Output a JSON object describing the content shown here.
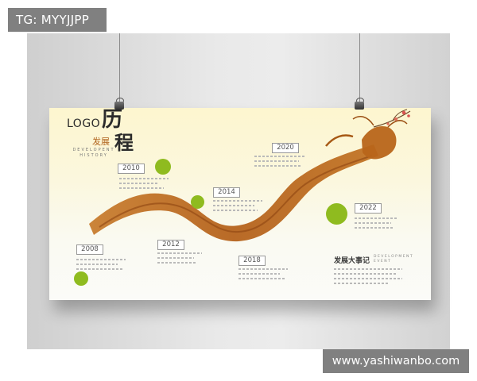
{
  "tag": {
    "text": "TG: MYYJJPP"
  },
  "watermark": {
    "text": "www.yashiwanbo.com"
  },
  "board": {
    "logo": "LOGO",
    "title_big_1": "历",
    "title_big_2": "程",
    "title_small": "发展",
    "subtitle_en_1": "DEVELOPENT",
    "subtitle_en_2": "HISTORY",
    "years": [
      "2010",
      "2008",
      "2014",
      "2012",
      "2018",
      "2020",
      "2022"
    ],
    "events_title": "发展大事记",
    "events_en_1": "DEVELOPMENT",
    "events_en_2": "EVENT"
  },
  "colors": {
    "accent_green": "#8fbb1f",
    "dragon_brown": "#b8651a",
    "board_top": "#fdf6cf"
  },
  "icons": [
    "clip-icon",
    "dragon-illustration",
    "plum-blossom-illustration"
  ]
}
